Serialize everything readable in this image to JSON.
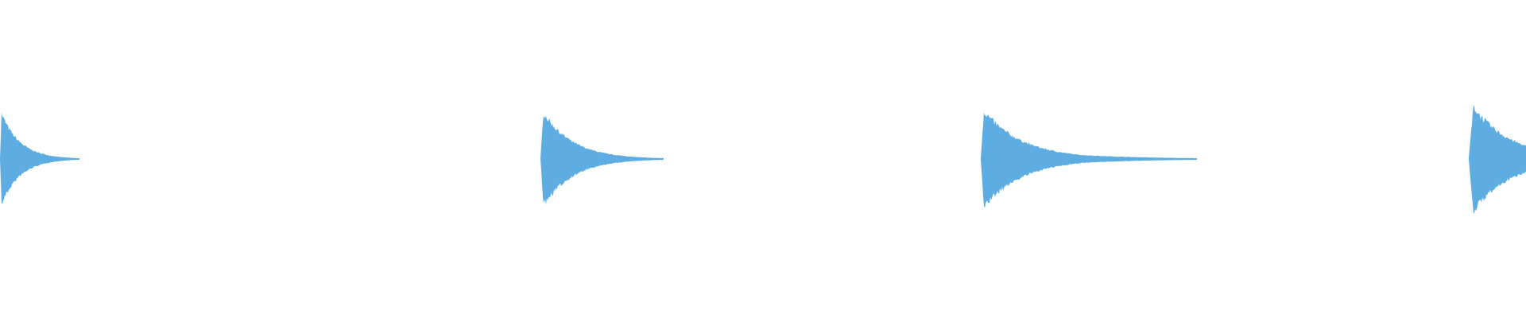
{
  "waveform": {
    "color": "#5dade2",
    "background": "#ffffff",
    "bursts": [
      {
        "peak": 0.33,
        "decay": "short"
      },
      {
        "peak": 0.35,
        "decay": "short"
      },
      {
        "peak": 0.35,
        "decay": "long"
      },
      {
        "peak": 0.4,
        "decay": "short"
      }
    ]
  }
}
